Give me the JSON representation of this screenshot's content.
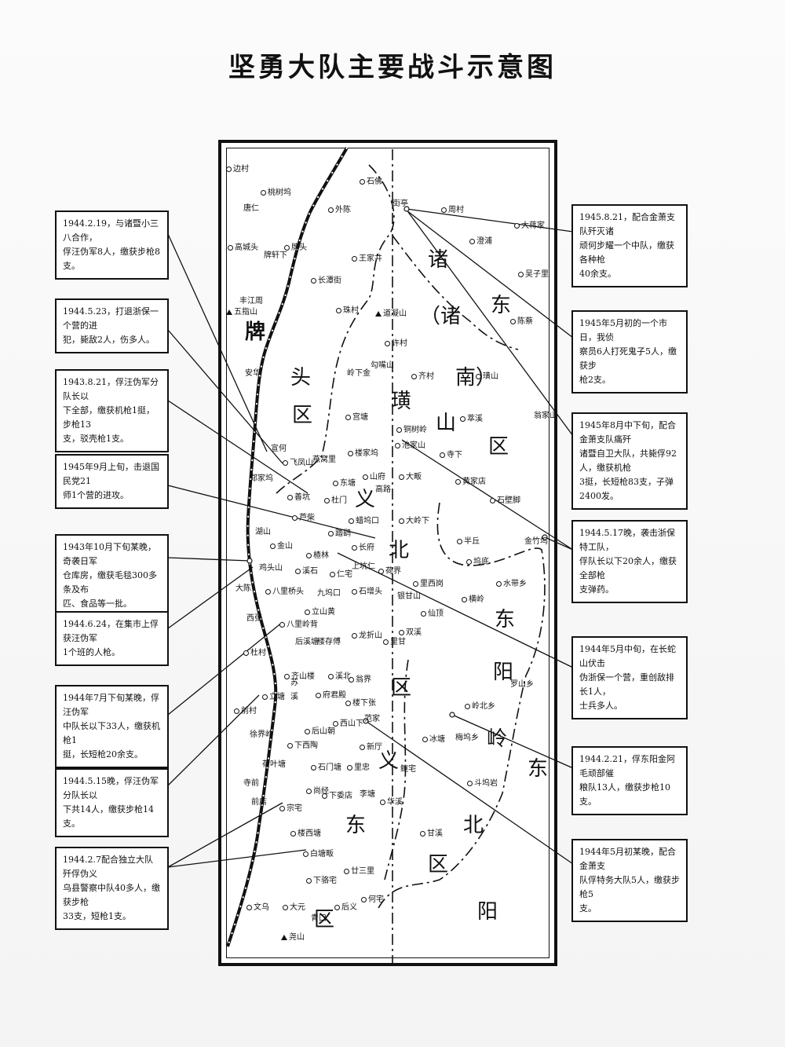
{
  "title": "坚勇大队主要战斗示意图",
  "region_labels": [
    {
      "id": "r1",
      "text": "牌",
      "bold": true
    },
    {
      "id": "r2",
      "text": "头",
      "bold": false
    },
    {
      "id": "r3",
      "text": "区",
      "bold": false
    },
    {
      "id": "r4",
      "text": "诸",
      "bold": false
    },
    {
      "id": "r5",
      "text": "东",
      "bold": false
    },
    {
      "id": "r6",
      "text": "（诸",
      "bold": false
    },
    {
      "id": "r7",
      "text": "璜",
      "bold": false
    },
    {
      "id": "r8",
      "text": "山",
      "bold": false
    },
    {
      "id": "r9",
      "text": "南）",
      "bold": false
    },
    {
      "id": "r10",
      "text": "区",
      "bold": false
    },
    {
      "id": "r11",
      "text": "义",
      "bold": false
    },
    {
      "id": "r12",
      "text": "北",
      "bold": false
    },
    {
      "id": "r13",
      "text": "区",
      "bold": false
    },
    {
      "id": "r14",
      "text": "东",
      "bold": false
    },
    {
      "id": "r15",
      "text": "阳",
      "bold": false
    },
    {
      "id": "r16",
      "text": "岭",
      "bold": false
    },
    {
      "id": "r17",
      "text": "东",
      "bold": false
    },
    {
      "id": "r18",
      "text": "义",
      "bold": false
    },
    {
      "id": "r19",
      "text": "北",
      "bold": false
    },
    {
      "id": "r20",
      "text": "区",
      "bold": false
    },
    {
      "id": "r21",
      "text": "阳",
      "bold": false
    },
    {
      "id": "r22",
      "text": "东",
      "bold": false
    },
    {
      "id": "r23",
      "text": "区",
      "bold": false
    }
  ],
  "places": [
    {
      "name": "边村",
      "mark": "dot"
    },
    {
      "name": "桃树坞",
      "mark": "dot"
    },
    {
      "name": "唐仁",
      "mark": "none"
    },
    {
      "name": "石佛",
      "mark": "dot"
    },
    {
      "name": "外陈",
      "mark": "dot"
    },
    {
      "name": "街亭",
      "mark": "none"
    },
    {
      "name": "周村",
      "mark": "dot"
    },
    {
      "name": "大蒋家",
      "mark": "dot"
    },
    {
      "name": "澄浦",
      "mark": "dot"
    },
    {
      "name": "高城头",
      "mark": "dot"
    },
    {
      "name": "牌轩下",
      "mark": "none"
    },
    {
      "name": "牌头",
      "mark": "dot"
    },
    {
      "name": "王家井",
      "mark": "dot"
    },
    {
      "name": "吴子里",
      "mark": "dot"
    },
    {
      "name": "长潭街",
      "mark": "dot"
    },
    {
      "name": "丰江周",
      "mark": "none"
    },
    {
      "name": "五指山",
      "mark": "tri"
    },
    {
      "name": "珠村",
      "mark": "dot"
    },
    {
      "name": "道凝山",
      "mark": "tri"
    },
    {
      "name": "陈蔡",
      "mark": "dot"
    },
    {
      "name": "许村",
      "mark": "dot"
    },
    {
      "name": "安华",
      "mark": "none"
    },
    {
      "name": "岭下金",
      "mark": "none"
    },
    {
      "name": "勾嘴山",
      "mark": "none"
    },
    {
      "name": "齐村",
      "mark": "dot"
    },
    {
      "name": "璜山",
      "mark": "dot"
    },
    {
      "name": "宫塘",
      "mark": "dot"
    },
    {
      "name": "萃溪",
      "mark": "dot"
    },
    {
      "name": "翁家山",
      "mark": "none"
    },
    {
      "name": "宣何",
      "mark": "none"
    },
    {
      "name": "铜树岭",
      "mark": "dot"
    },
    {
      "name": "池家山",
      "mark": "dot"
    },
    {
      "name": "寺下",
      "mark": "dot"
    },
    {
      "name": "飞凤山",
      "mark": "dot"
    },
    {
      "name": "燕窝里",
      "mark": "none"
    },
    {
      "name": "楼家坞",
      "mark": "dot"
    },
    {
      "name": "郑家坞",
      "mark": "none"
    },
    {
      "name": "山府",
      "mark": "dot"
    },
    {
      "name": "大畈",
      "mark": "dot"
    },
    {
      "name": "黄家店",
      "mark": "dot"
    },
    {
      "name": "东塘",
      "mark": "dot"
    },
    {
      "name": "高路",
      "mark": "none"
    },
    {
      "name": "石壁脚",
      "mark": "dot"
    },
    {
      "name": "善坑",
      "mark": "dot"
    },
    {
      "name": "杜门",
      "mark": "dot"
    },
    {
      "name": "芦柴",
      "mark": "dot"
    },
    {
      "name": "大岭下",
      "mark": "dot"
    },
    {
      "name": "蜡坞口",
      "mark": "dot"
    },
    {
      "name": "湖山",
      "mark": "none"
    },
    {
      "name": "踏鹞",
      "mark": "dot"
    },
    {
      "name": "半丘",
      "mark": "dot"
    },
    {
      "name": "金竹坞",
      "mark": "none"
    },
    {
      "name": "金山",
      "mark": "dot"
    },
    {
      "name": "楂林",
      "mark": "dot"
    },
    {
      "name": "长府",
      "mark": "dot"
    },
    {
      "name": "坞底",
      "mark": "dot"
    },
    {
      "name": "鸡头山",
      "mark": "none"
    },
    {
      "name": "上坑仁",
      "mark": "none"
    },
    {
      "name": "溪石",
      "mark": "dot"
    },
    {
      "name": "仁宅",
      "mark": "dot"
    },
    {
      "name": "荷界",
      "mark": "dot"
    },
    {
      "name": "里西岗",
      "mark": "dot"
    },
    {
      "name": "水带乡",
      "mark": "dot"
    },
    {
      "name": "大陈",
      "mark": "none"
    },
    {
      "name": "八里桥头",
      "mark": "dot"
    },
    {
      "name": "九坞口",
      "mark": "none"
    },
    {
      "name": "石增头",
      "mark": "dot"
    },
    {
      "name": "银甘山",
      "mark": "none"
    },
    {
      "name": "横岭",
      "mark": "dot"
    },
    {
      "name": "立山黄",
      "mark": "dot"
    },
    {
      "name": "仙顶",
      "mark": "dot"
    },
    {
      "name": "西张",
      "mark": "none"
    },
    {
      "name": "八里岭背",
      "mark": "dot"
    },
    {
      "name": "后溪塘",
      "mark": "none"
    },
    {
      "name": "楼存傅",
      "mark": "none"
    },
    {
      "name": "龙折山",
      "mark": "dot"
    },
    {
      "name": "双溪",
      "mark": "dot"
    },
    {
      "name": "里甘",
      "mark": "dot"
    },
    {
      "name": "杜村",
      "mark": "dot"
    },
    {
      "name": "罗山乡",
      "mark": "none"
    },
    {
      "name": "齐山楼",
      "mark": "dot"
    },
    {
      "name": "溪北",
      "mark": "dot"
    },
    {
      "name": "翁界",
      "mark": "dot"
    },
    {
      "name": "苏",
      "mark": "none"
    },
    {
      "name": "溪",
      "mark": "none"
    },
    {
      "name": "府君殿",
      "mark": "dot"
    },
    {
      "name": "立塘",
      "mark": "dot"
    },
    {
      "name": "岭北乡",
      "mark": "dot"
    },
    {
      "name": "前村",
      "mark": "dot"
    },
    {
      "name": "楼下张",
      "mark": "dot"
    },
    {
      "name": "范家",
      "mark": "none"
    },
    {
      "name": "西山下",
      "mark": "dot"
    },
    {
      "name": "后山朝",
      "mark": "dot"
    },
    {
      "name": "冰塘",
      "mark": "dot"
    },
    {
      "name": "梅坞乡",
      "mark": "none"
    },
    {
      "name": "徐界岭",
      "mark": "none"
    },
    {
      "name": "下西陶",
      "mark": "dot"
    },
    {
      "name": "新厅",
      "mark": "dot"
    },
    {
      "name": "荷叶塘",
      "mark": "none"
    },
    {
      "name": "石门塘",
      "mark": "dot"
    },
    {
      "name": "里忠",
      "mark": "dot"
    },
    {
      "name": "鲍宅",
      "mark": "none"
    },
    {
      "name": "斗坞岩",
      "mark": "dot"
    },
    {
      "name": "寺前",
      "mark": "none"
    },
    {
      "name": "尚经",
      "mark": "dot"
    },
    {
      "name": "下委店",
      "mark": "dot"
    },
    {
      "name": "李塘",
      "mark": "none"
    },
    {
      "name": "华溪",
      "mark": "dot"
    },
    {
      "name": "前店",
      "mark": "none"
    },
    {
      "name": "宗宅",
      "mark": "dot"
    },
    {
      "name": "楼西塘",
      "mark": "dot"
    },
    {
      "name": "甘溪",
      "mark": "dot"
    },
    {
      "name": "白塘畈",
      "mark": "dot"
    },
    {
      "name": "廿三里",
      "mark": "dot"
    },
    {
      "name": "下骆宅",
      "mark": "dot"
    },
    {
      "name": "何宅",
      "mark": "dot"
    },
    {
      "name": "文乌",
      "mark": "dot"
    },
    {
      "name": "大元",
      "mark": "dot"
    },
    {
      "name": "青口",
      "mark": "none"
    },
    {
      "name": "后义",
      "mark": "dot"
    },
    {
      "name": "尧山",
      "mark": "tri"
    }
  ],
  "annotations": [
    {
      "id": "a1",
      "text": "1944.2.19，与诸暨小三八合作，\n俘汪伪军8人，缴获步枪8支。"
    },
    {
      "id": "a2",
      "text": "1944.5.23，打退浙保一个营的进\n犯，毙敌2人，伤多人。"
    },
    {
      "id": "a3",
      "text": "1943.8.21，俘汪伪军分队长以\n下全部，缴获机枪1挺，步枪13\n支，驳壳枪1支。"
    },
    {
      "id": "a4",
      "text": "1945年9月上旬，击退国民党21\n师1个营的进攻。"
    },
    {
      "id": "a5",
      "text": "1943年10月下旬某晚，奇袭日军\n仓库房，缴获毛毯300多条及布\n匹、食品等一批。"
    },
    {
      "id": "a6",
      "text": "1944.6.24，在集市上俘获汪伪军\n1个班的人枪。"
    },
    {
      "id": "a7",
      "text": "1944年7月下旬某晚，俘汪伪军\n中队长以下33人，缴获机枪1\n挺，长短枪20余支。"
    },
    {
      "id": "a8",
      "text": "1944.5.15晚，俘汪伪军分队长以\n下共14人，缴获步枪14支。"
    },
    {
      "id": "a9",
      "text": "1944.2.7配合独立大队歼俘伪义\n乌县警察中队40多人，缴获步枪\n33支，短枪1支。"
    },
    {
      "id": "b1",
      "text": "1945.8.21，配合金萧支队歼灭诸\n顽何步耀一个中队，缴获各种枪\n40余支。"
    },
    {
      "id": "b2",
      "text": "1945年5月初的一个市日，我侦\n察员6人打死鬼子5人，缴获步\n枪2支。"
    },
    {
      "id": "b3",
      "text": "1945年8月中下旬，配合金萧支队痛歼\n诸暨自卫大队，共毙俘92人，缴获机枪\n3挺，长短枪83支，子弹2400发。"
    },
    {
      "id": "b4",
      "text": "1944.5.17晚，袭击浙保特工队，\n俘队长以下20余人，缴获全部枪\n支弹药。"
    },
    {
      "id": "b5",
      "text": "1944年5月中旬，在长蛇山伏击\n伪浙保一个营，重创敌排长1人，\n士兵多人。"
    },
    {
      "id": "b6",
      "text": "1944.2.21，俘东阳金阿毛顽部催\n粮队13人，缴获步枪10支。"
    },
    {
      "id": "b7",
      "text": "1944年5月初某晚，配合金萧支\n队俘特务大队5人，缴获步枪5\n支。"
    }
  ],
  "colors": {
    "ink": "#111111",
    "paper": "#f7f7f7"
  }
}
